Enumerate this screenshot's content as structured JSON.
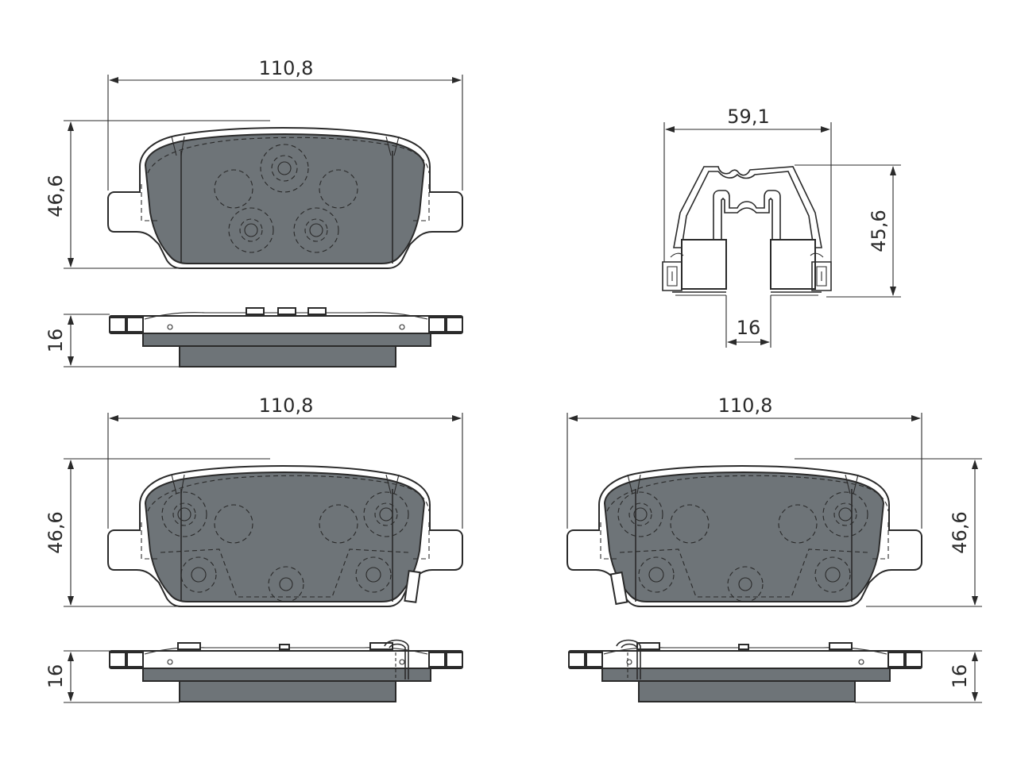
{
  "colors": {
    "friction_material": "#6e7478",
    "line": "#2a2a2a",
    "background": "#ffffff"
  },
  "dimensions": {
    "pad1_width": "110,8",
    "pad1_height": "46,6",
    "pad1_thickness": "16",
    "clip_width": "59,1",
    "clip_height": "45,6",
    "clip_thickness": "16",
    "pad2_width": "110,8",
    "pad2_height": "46,6",
    "pad2_thickness": "16",
    "pad3_width": "110,8",
    "pad3_height": "46,6",
    "pad3_thickness": "16"
  }
}
